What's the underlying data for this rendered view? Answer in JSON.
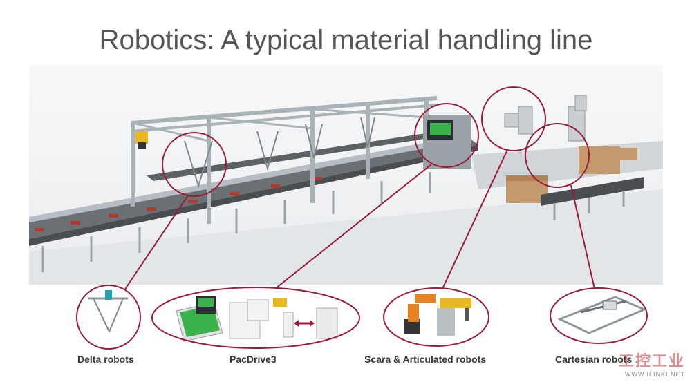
{
  "title": "Robotics: A typical material handling line",
  "captions": {
    "delta": "Delta robots",
    "pacdrive": "PacDrive3",
    "scara": "Scara & Articulated robots",
    "cartesian": "Cartesian robots"
  },
  "watermark": {
    "main": "工控工业",
    "sub": "WWW.ILINKI.NET"
  },
  "colors": {
    "accent": "#9b1b3a",
    "frame": "#a9b2b7",
    "conveyor": "#4a4e52",
    "box": "#c49a6c",
    "screen": "#3bb24a"
  }
}
